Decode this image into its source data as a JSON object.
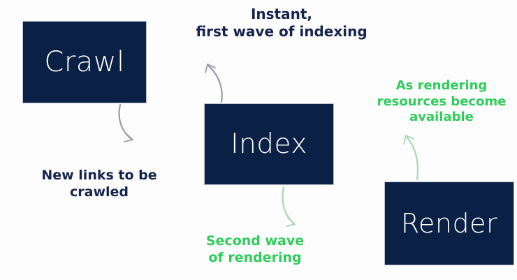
{
  "diagram": {
    "title": "Crawl Index Render two waves of indexing diagram",
    "background_color": "#fdfdfd",
    "navy_color": "#0a2045",
    "green_color": "#2ecc5a",
    "stages": [
      {
        "id": "crawl",
        "label": "Crawl"
      },
      {
        "id": "index",
        "label": "Index"
      },
      {
        "id": "render",
        "label": "Render"
      }
    ],
    "captions": [
      {
        "id": "instant",
        "text": "Instant,\nfirst wave of indexing",
        "color": "#16244d"
      },
      {
        "id": "new-links",
        "text": "New links to be\ncrawled",
        "color": "#16244d"
      },
      {
        "id": "rendering-resources",
        "text": "As rendering\nresources become\navailable",
        "color": "#2ecc5a"
      },
      {
        "id": "second-wave",
        "text": "Second wave\nof rendering",
        "color": "#2ecc5a"
      }
    ],
    "connectors": [
      {
        "id": "crawl-to-new-links",
        "color": "#9a9ea8"
      },
      {
        "id": "instant-to-index",
        "color": "#9a9ea8"
      },
      {
        "id": "index-to-second-wave",
        "color": "#a8d8b4"
      },
      {
        "id": "render-to-resources",
        "color": "#a8d8b4"
      }
    ]
  }
}
